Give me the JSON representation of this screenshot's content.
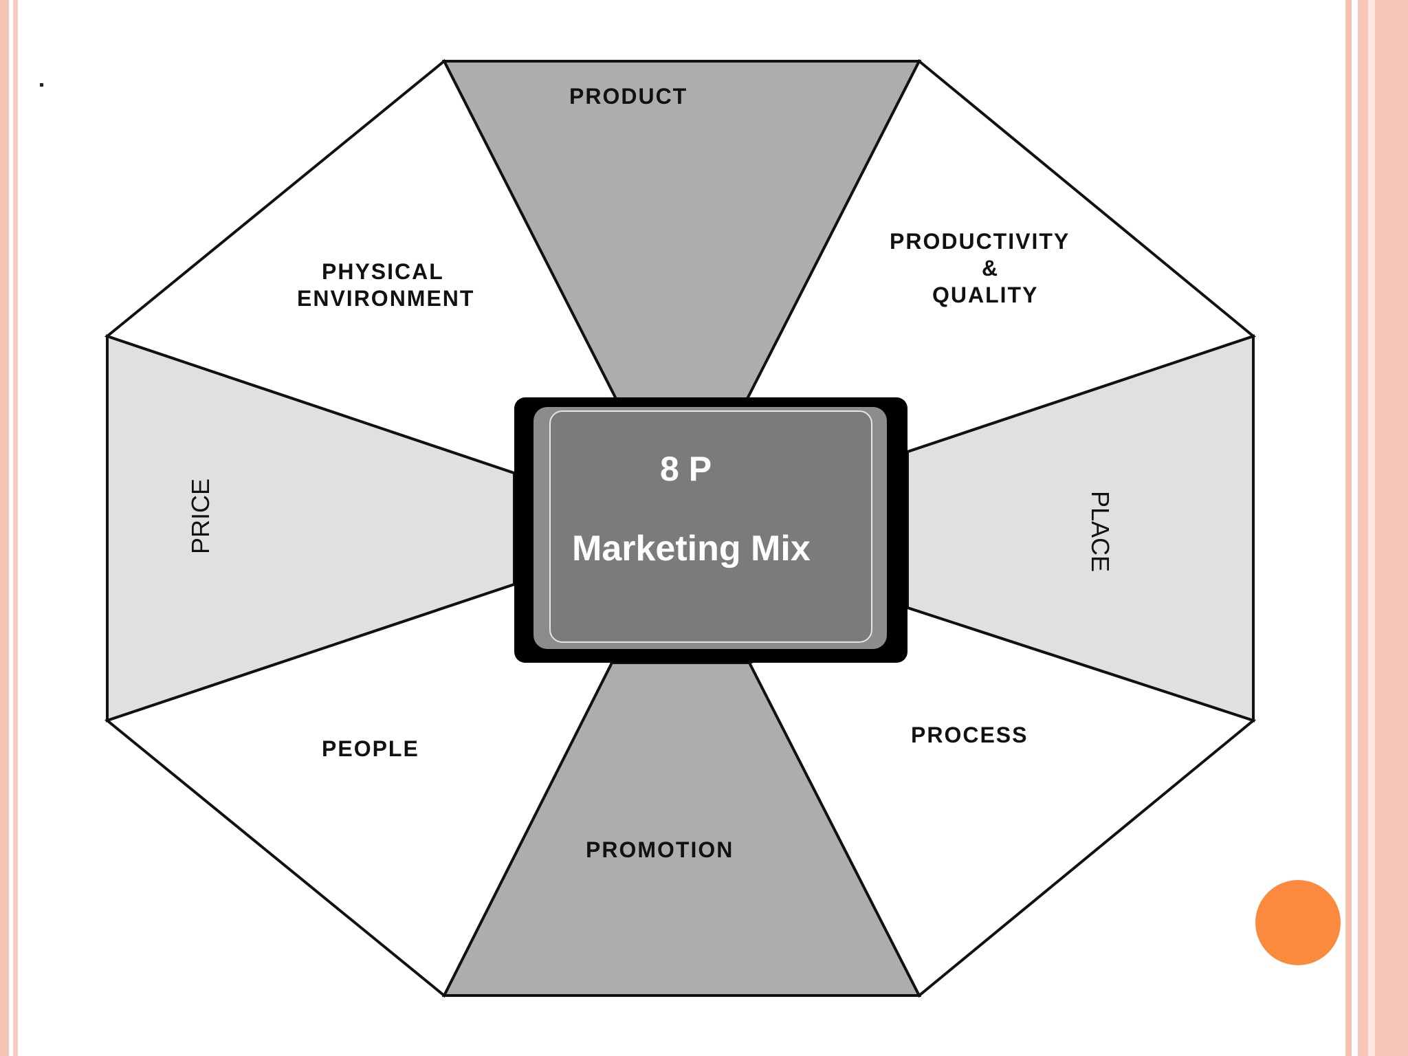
{
  "slide": {
    "stray_mark": "."
  },
  "diagram": {
    "center": {
      "title": "8 P",
      "subtitle": "Marketing Mix"
    },
    "segments": {
      "product": "PRODUCT",
      "productivity_line1": "PRODUCTIVITY",
      "productivity_line2": "&",
      "productivity_line3": "QUALITY",
      "place": "PLACE",
      "process": "PROCESS",
      "promotion": "PROMOTION",
      "people": "PEOPLE",
      "price": "PRICE",
      "physical_line1": "PHYSICAL",
      "physical_line2": "ENVIRONMENT"
    },
    "colors": {
      "dark_segment": "#adadad",
      "light_segment": "#e0e0e0",
      "white_segment": "#ffffff",
      "center_fill": "#7b7b7b",
      "accent_orange": "#fb8a3e",
      "border_pink": "#f8c6b6"
    }
  }
}
